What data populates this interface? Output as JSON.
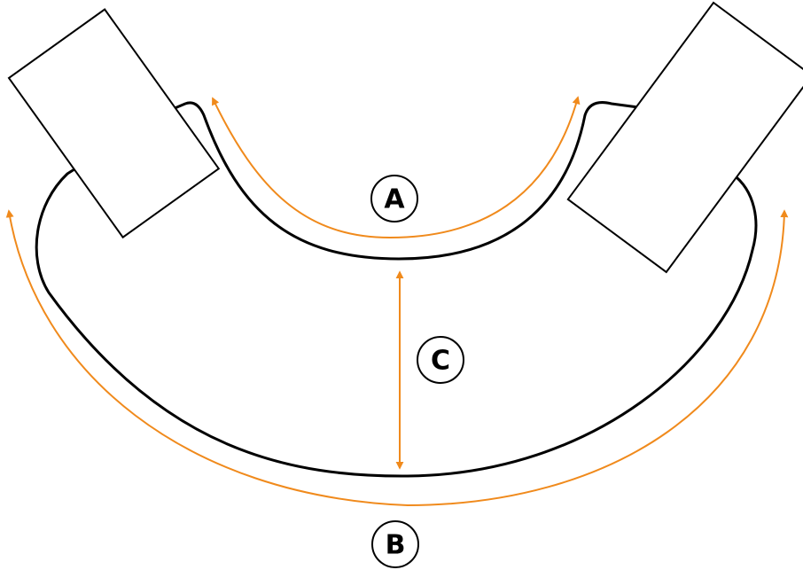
{
  "labels": {
    "inner_arc": "A",
    "outer_arc": "B",
    "depth": "C"
  },
  "colors": {
    "outline": "#000000",
    "arrow": "#F08A1C",
    "background": "#FFFFFF"
  }
}
